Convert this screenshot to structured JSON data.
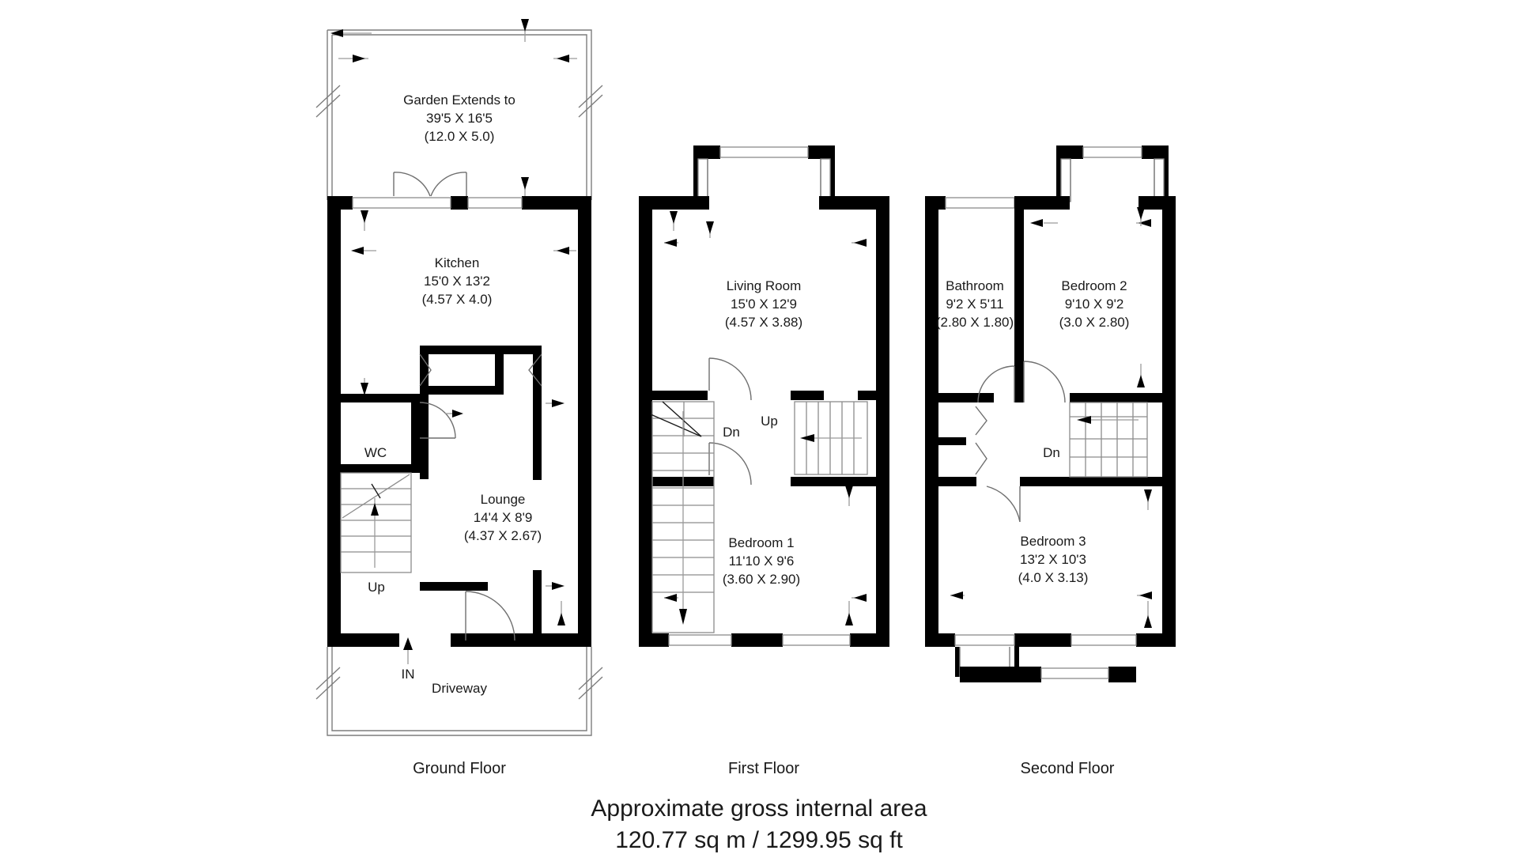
{
  "document": {
    "type": "floor-plan",
    "footer_line_1": "Approximate gross internal area",
    "footer_line_2": "120.77 sq m / 1299.95 sq ft"
  },
  "floors": [
    {
      "id": "ground",
      "title": "Ground Floor",
      "rooms": [
        {
          "name": "Garden Extends to",
          "imperial": "39'5 X 16'5",
          "metric": "(12.0 X 5.0)"
        },
        {
          "name": "Kitchen",
          "imperial": "15'0 X 13'2",
          "metric": "(4.57 X 4.0)"
        },
        {
          "name": "Lounge",
          "imperial": "14'4 X 8'9",
          "metric": "(4.37 X 2.67)"
        }
      ],
      "markers": [
        {
          "label": "WC"
        },
        {
          "label": "Up"
        },
        {
          "label": "IN"
        },
        {
          "label": "Driveway"
        }
      ]
    },
    {
      "id": "first",
      "title": "First Floor",
      "rooms": [
        {
          "name": "Living Room",
          "imperial": "15'0 X 12'9",
          "metric": "(4.57 X 3.88)"
        },
        {
          "name": "Bedroom 1",
          "imperial": "11'10 X 9'6",
          "metric": "(3.60 X 2.90)"
        }
      ],
      "markers": [
        {
          "label": "Dn"
        },
        {
          "label": "Up"
        }
      ]
    },
    {
      "id": "second",
      "title": "Second Floor",
      "rooms": [
        {
          "name": "Bathroom",
          "imperial": "9'2 X 5'11",
          "metric": "(2.80 X 1.80)"
        },
        {
          "name": "Bedroom 2",
          "imperial": "9'10 X 9'2",
          "metric": "(3.0 X 2.80)"
        },
        {
          "name": "Bedroom 3",
          "imperial": "13'2 X 10'3",
          "metric": "(4.0 X 3.13)"
        }
      ],
      "markers": [
        {
          "label": "Dn"
        }
      ]
    }
  ],
  "colors": {
    "wall": "#000000",
    "thin_line": "#7d7d7d",
    "text": "#1a1a1a",
    "background": "#ffffff"
  }
}
